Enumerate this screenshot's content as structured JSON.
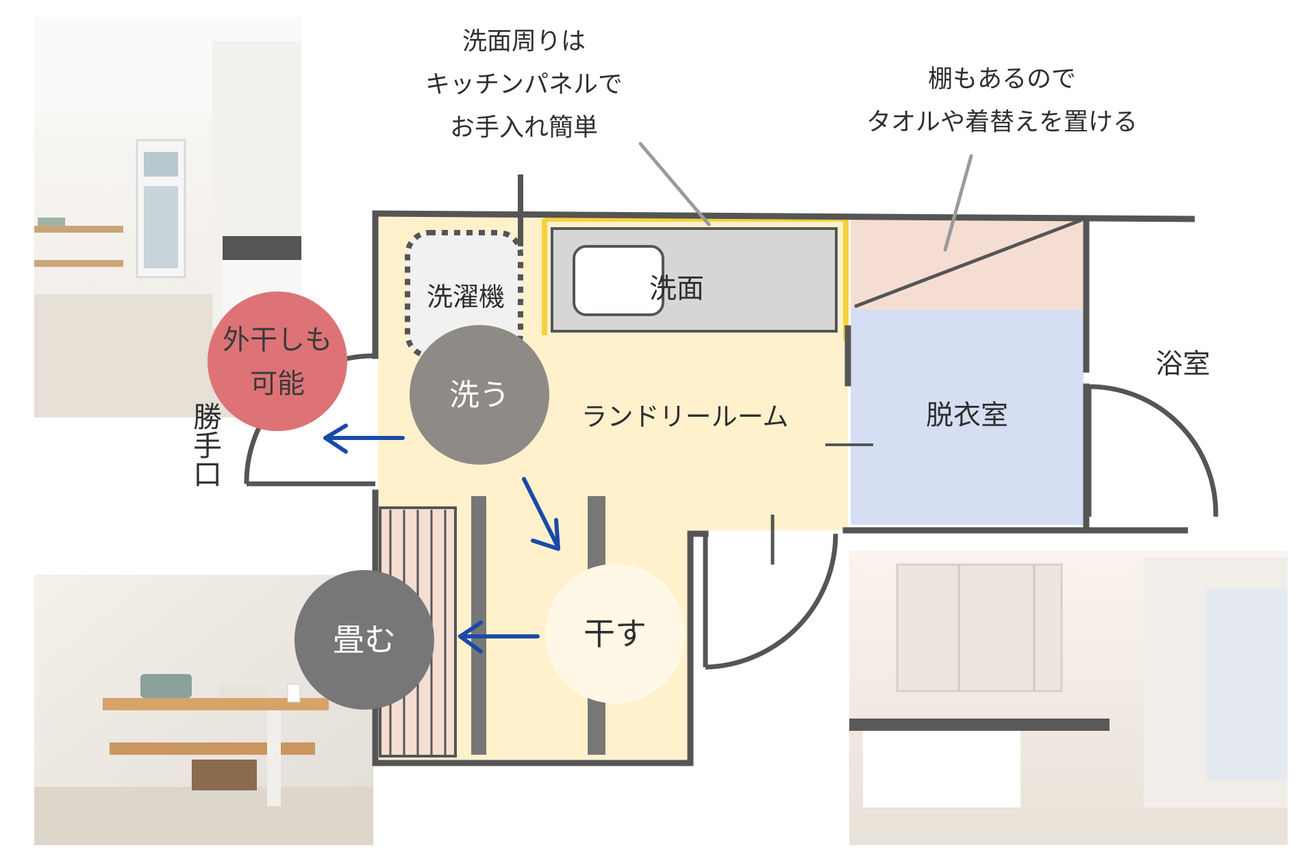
{
  "rooms": {
    "laundry": "ランドリールーム",
    "washing_machine": "洗濯機",
    "sink": "洗面",
    "dressing": "脱衣室",
    "bath": "浴室",
    "back_door": "勝手口"
  },
  "annotations": {
    "sink_note": [
      "洗面周りは",
      "キッチンパネルで",
      "お手入れ簡単"
    ],
    "shelf_note": [
      "棚もあるので",
      "タオルや着替えを置ける"
    ]
  },
  "badges": {
    "outside_drying": [
      "外干しも",
      "可能"
    ],
    "wash": "洗う",
    "dry": "干す",
    "fold": "畳む"
  },
  "colors": {
    "laundry_floor": "#fff1cc",
    "dressing_floor": "#d5def2",
    "shelf_area": "#f6ddd2",
    "sink_counter": "#d6d6d6",
    "highlight": "#f5d23c",
    "wall": "#555555",
    "arrow": "#1a4aa8",
    "badge_pink": "#dd7376",
    "badge_gray": "#8e8a85",
    "badge_dark": "#777777",
    "badge_cream": "#fff8e6"
  }
}
